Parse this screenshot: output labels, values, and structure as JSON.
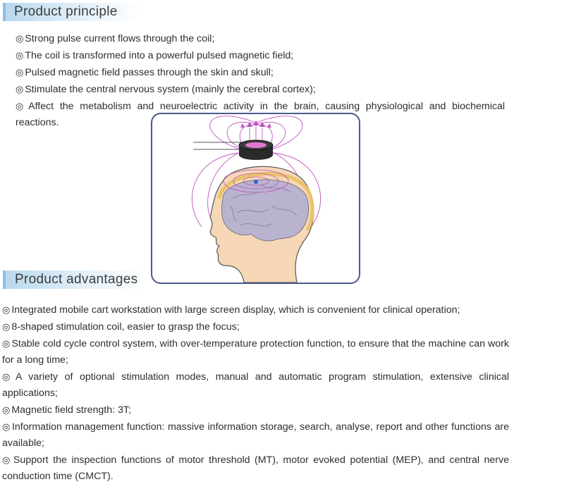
{
  "principle": {
    "title": "Product principle",
    "bullet": "◎",
    "items": [
      "Strong pulse current flows through the coil;",
      "The coil is transformed into a powerful pulsed magnetic field;",
      "Pulsed magnetic field passes through the skin and skull;",
      "Stimulate the central nervous system (mainly the cerebral cortex);",
      "Affect the metabolism and neuroelectric activity in the brain, causing physiological and biochemical reactions."
    ]
  },
  "advantages": {
    "title": "Product advantages",
    "bullet": "◎",
    "items": [
      "Integrated mobile cart workstation with large screen display, which is convenient for clinical operation;",
      "8-shaped stimulation coil, easier to grasp the focus;",
      "Stable cold cycle control system, with over-temperature protection function, to ensure that the machine can work for a long time;",
      "A variety of optional stimulation modes, manual and automatic program stimulation, extensive clinical applications;",
      "Magnetic field strength: 3T;",
      "Information management function: massive information storage, search, analyse, report and other functions are available;",
      "Support the inspection functions of motor threshold (MT), motor evoked potential (MEP), and central nerve conduction time (CMCT)."
    ]
  },
  "illustration": {
    "frame_color": "#4a5a8c",
    "field_color": "#c050c0",
    "brain_color": "#b9b3cf",
    "skin_color": "#f6d7b6",
    "skull_color": "#e8c36a"
  }
}
